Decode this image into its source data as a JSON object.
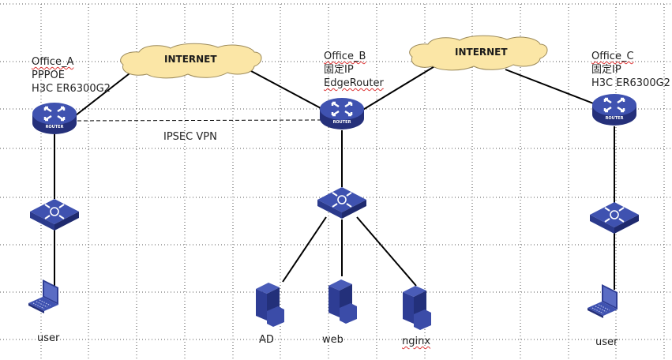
{
  "diagram": {
    "clouds": [
      {
        "id": "internet-1",
        "label": "INTERNET"
      },
      {
        "id": "internet-2",
        "label": "INTERNET"
      }
    ],
    "offices": [
      {
        "id": "office-a",
        "lines": [
          "Office_A",
          "PPPOE",
          "H3C ER6300G2"
        ],
        "router_label": "ROUTER"
      },
      {
        "id": "office-b",
        "lines": [
          "Office_B",
          "固定IP",
          "EdgeRouter"
        ],
        "router_label": "ROUTER"
      },
      {
        "id": "office-c",
        "lines": [
          "Office_C",
          "固定IP",
          "H3C ER6300G2"
        ],
        "router_label": "ROUTER"
      }
    ],
    "vpn_label": "IPSEC VPN",
    "endpoints": {
      "office_a_user": "user",
      "office_c_user": "user",
      "servers": [
        "AD",
        "web",
        "nginx"
      ]
    },
    "colors": {
      "device_blue": "#3a4aa0",
      "device_dark": "#25307a",
      "cloud_fill": "#fbe6a6",
      "cloud_stroke": "#9c8a5a",
      "grid_dot": "#333333"
    }
  }
}
